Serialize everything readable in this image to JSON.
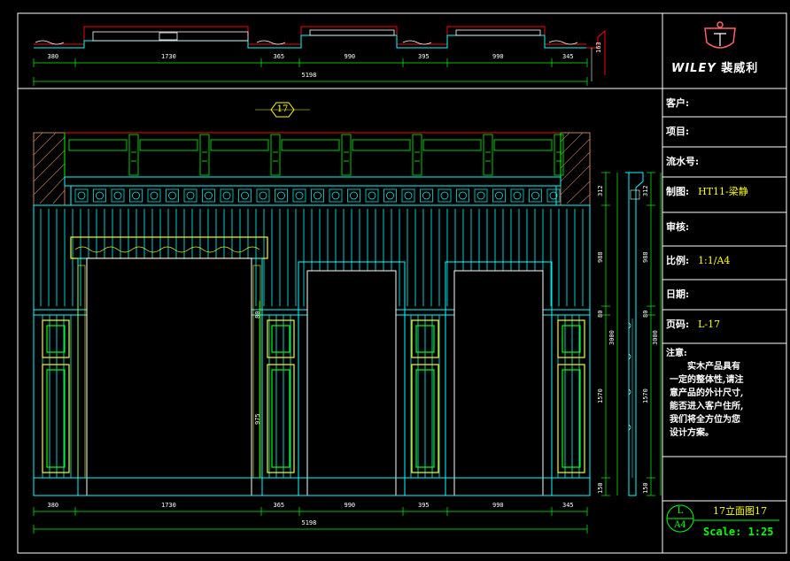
{
  "brand": {
    "name": "WILEY",
    "name_cn": "裴威利"
  },
  "title_block": [
    {
      "label": "客户:",
      "value": ""
    },
    {
      "label": "项目:",
      "value": ""
    },
    {
      "label": "流水号:",
      "value": ""
    },
    {
      "label": "制图:",
      "value": "HT11-梁静"
    },
    {
      "label": "审核:",
      "value": ""
    },
    {
      "label": "比例:",
      "value": "1:1/A4"
    },
    {
      "label": "日期:",
      "value": ""
    },
    {
      "label": "页码:",
      "value": "L-17"
    }
  ],
  "notes": {
    "label": "注意:",
    "lines": [
      "实木产品具有",
      "一定的整体性,请注",
      "意产品的外计尺寸,",
      "能否进入客户住所,",
      "我们将全方位为您",
      "设计方案。"
    ]
  },
  "sheet": {
    "sheet_size": "A4",
    "sheet_letter": "L",
    "title": "17立面图17",
    "scale": "Scale: 1:25"
  },
  "elevation_marker": "17",
  "plan_dims": [
    "380",
    "1730",
    "365",
    "990",
    "395",
    "990",
    "345"
  ],
  "plan_total": "5198",
  "plan_side_dim": "163",
  "elev_dims": [
    "380",
    "1730",
    "365",
    "990",
    "395",
    "990",
    "345"
  ],
  "elev_total": "5198",
  "right_dims": [
    "312",
    "988",
    "80",
    "1570",
    "150"
  ],
  "right_total": "3000",
  "door_side_dims": [
    "80",
    "975"
  ],
  "colors": {
    "cyan": "#00ffff",
    "yellow": "#ffff00",
    "green": "#00ff00",
    "red": "#ff0000",
    "brown": "#c08060",
    "white": "#ffffff",
    "blue": "#0000ff"
  }
}
